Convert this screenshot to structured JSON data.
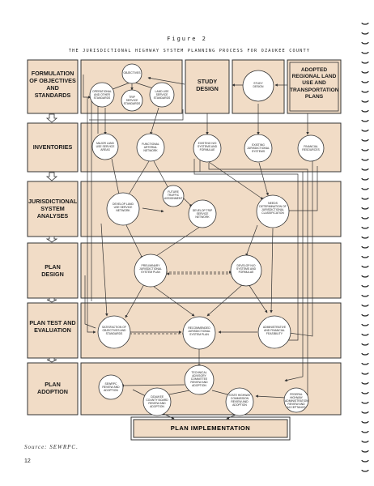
{
  "figure_label": "Figure 2",
  "title": "THE JURISDICTIONAL HIGHWAY SYSTEM PLANNING PROCESS FOR OZAUKEE COUNTY",
  "stages": [
    {
      "id": "formulation",
      "label": "FORMULATION OF OBJECTIVES AND STANDARDS"
    },
    {
      "id": "inventories",
      "label": "INVENTORIES"
    },
    {
      "id": "analyses",
      "label": "JURISDICTIONAL SYSTEM ANALYSES"
    },
    {
      "id": "design",
      "label": "PLAN DESIGN"
    },
    {
      "id": "test",
      "label": "PLAN TEST AND EVALUATION"
    },
    {
      "id": "adoption",
      "label": "PLAN ADOPTION"
    }
  ],
  "top_boxes": {
    "study_design": "STUDY DESIGN",
    "adopted_plans": "ADOPTED REGIONAL LAND USE AND TRANSPORTATION PLANS"
  },
  "nodes": {
    "objectives": "OBJECTIVES",
    "operational_standards": "OPERATIONAL AND OTHER STANDARDS",
    "trip_standards": "TRIP SERVICE STANDARDS",
    "land_use_standards": "LAND USE SERVICE STANDARDS",
    "study_design_circle": "STUDY DESIGN",
    "major_land_use": "MAJOR LAND USE SERVICE AREAS",
    "functional_network": "FUNCTIONAL ARTERIAL NETWORK",
    "existing_nso": "EXISTING N/O SYSTEMS AND FORMULAE",
    "existing_jurisdictional": "EXISTING JURISDICTIONAL SYSTEMS",
    "financial_resources": "FINANCIAL RESOURCES",
    "future_traffic": "FUTURE TRAFFIC ASSIGNMENT",
    "develop_land_use": "DEVELOP LAND USE SERVICE NETWORK",
    "develop_trip": "DEVELOP TRIP SERVICE NETWORK",
    "needs_determination": "NEEDS DETERMINATION OF JURISDICTIONAL CLASSIFICATION",
    "preliminary_plan": "PRELIMINARY JURISDICTIONAL SYSTEM PLAN",
    "develop_nso": "DEVELOP N/O SYSTEMS AND FORMULAE",
    "satisfaction": "SATISFACTION OF OBJECTIVES AND STANDARDS",
    "recommended_plan": "RECOMMENDED JURISDICTIONAL SYSTEM PLAN",
    "administrative_financial": "ADMINISTRATIVE AND FINANCIAL FEASIBILITY",
    "technical_committee": "TECHNICAL ADVISORY COMMITTEE REVIEW AND ADOPTION",
    "sewrpc_review": "SEWRPC REVIEW AND ADOPTION",
    "ozaukee_board": "OZAUKEE COUNTY BOARD REVIEW AND ADOPTION",
    "state_highway": "STATE HIGHWAY COMMISSION REVIEW AND ADOPTION",
    "federal_highway": "FEDERAL HIGHWAY ADMINISTRATION REVIEW AND ACCEPTANCE"
  },
  "implementation": "PLAN IMPLEMENTATION",
  "source": "Source:   SEWRPC.",
  "page_number": "12",
  "colors": {
    "panel": "#f1dcc6",
    "line": "#333333",
    "paper": "#ffffff"
  }
}
